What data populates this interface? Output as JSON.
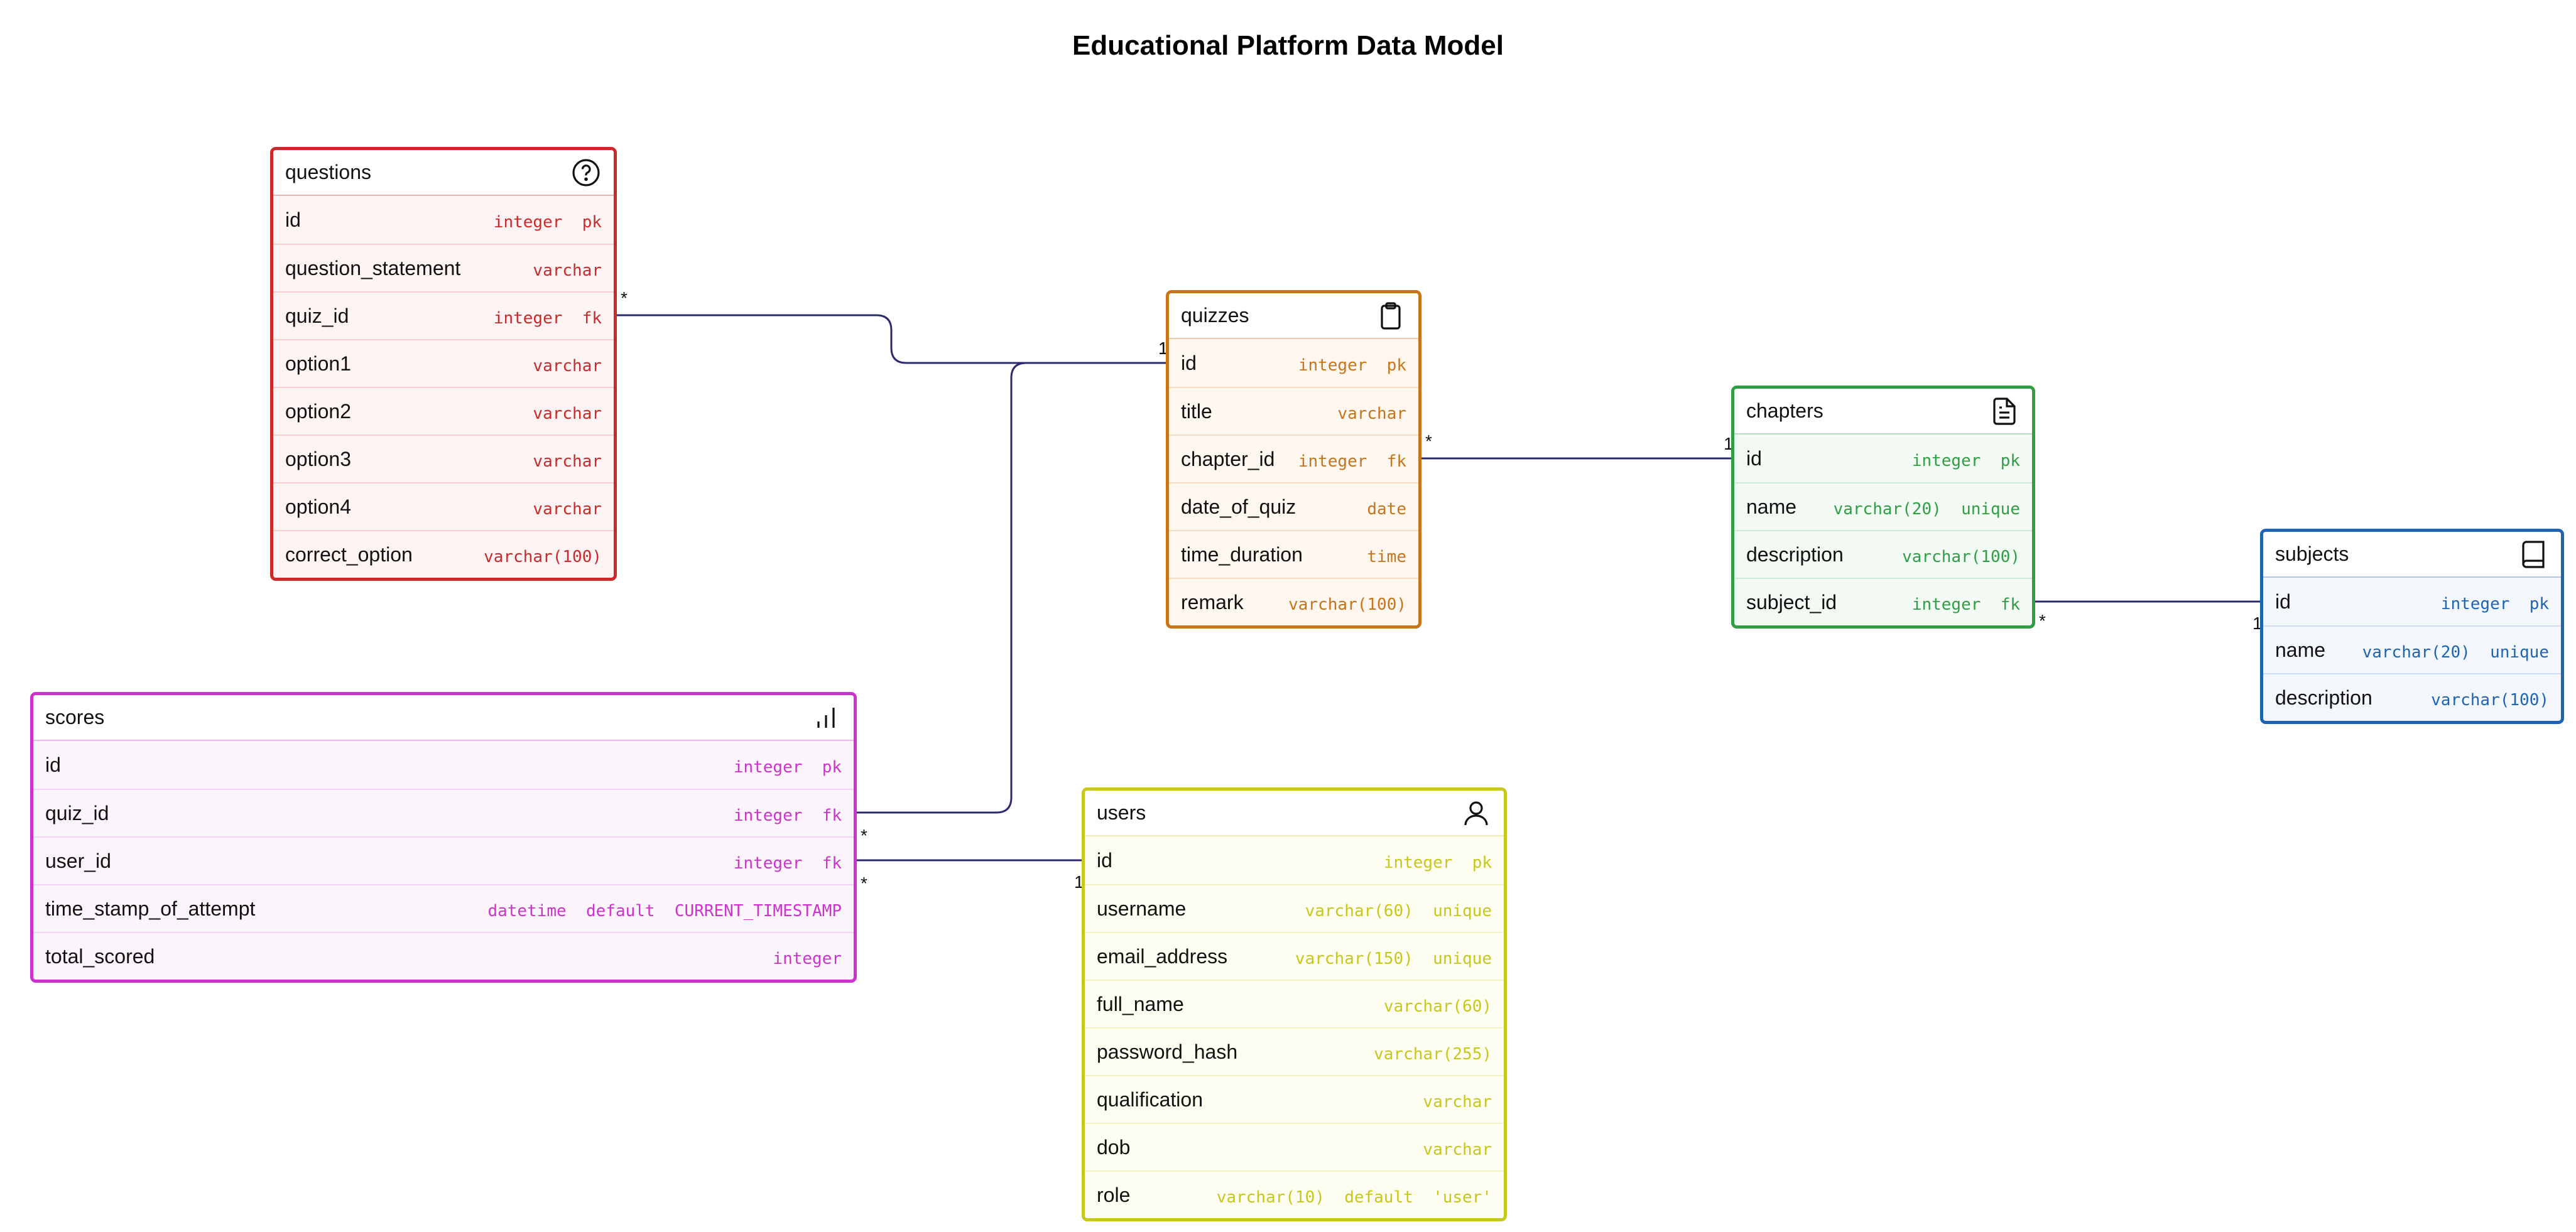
{
  "title": "Educational Platform Data Model",
  "entities": [
    {
      "id": "questions",
      "name": "questions",
      "icon": "question-circle-icon",
      "color": "#c92a2a",
      "bg": "#fdf3f3",
      "attributes": [
        {
          "name": "id",
          "type": "integer  pk"
        },
        {
          "name": "question_statement",
          "type": "varchar"
        },
        {
          "name": "quiz_id",
          "type": "integer  fk"
        },
        {
          "name": "option1",
          "type": "varchar"
        },
        {
          "name": "option2",
          "type": "varchar"
        },
        {
          "name": "option3",
          "type": "varchar"
        },
        {
          "name": "option4",
          "type": "varchar"
        },
        {
          "name": "correct_option",
          "type": "varchar(100)"
        }
      ]
    },
    {
      "id": "quizzes",
      "name": "quizzes",
      "icon": "clipboard-icon",
      "color": "#c8741a",
      "bg": "#fdf7ef",
      "attributes": [
        {
          "name": "id",
          "type": "integer  pk"
        },
        {
          "name": "title",
          "type": "varchar"
        },
        {
          "name": "chapter_id",
          "type": "integer  fk"
        },
        {
          "name": "date_of_quiz",
          "type": "date"
        },
        {
          "name": "time_duration",
          "type": "time"
        },
        {
          "name": "remark",
          "type": "varchar(100)"
        }
      ]
    },
    {
      "id": "chapters",
      "name": "chapters",
      "icon": "document-icon",
      "color": "#2f9e44",
      "bg": "#f3faf4",
      "attributes": [
        {
          "name": "id",
          "type": "integer  pk"
        },
        {
          "name": "name",
          "type": "varchar(20)  unique"
        },
        {
          "name": "description",
          "type": "varchar(100)"
        },
        {
          "name": "subject_id",
          "type": "integer  fk"
        }
      ]
    },
    {
      "id": "subjects",
      "name": "subjects",
      "icon": "book-icon",
      "color": "#1f63b5",
      "bg": "#f3f6fb",
      "attributes": [
        {
          "name": "id",
          "type": "integer  pk"
        },
        {
          "name": "name",
          "type": "varchar(20)  unique"
        },
        {
          "name": "description",
          "type": "varchar(100)"
        }
      ]
    },
    {
      "id": "scores",
      "name": "scores",
      "icon": "bar-chart-icon",
      "color": "#cc33cc",
      "bg": "#fcf4fb",
      "attributes": [
        {
          "name": "id",
          "type": "integer  pk"
        },
        {
          "name": "quiz_id",
          "type": "integer  fk"
        },
        {
          "name": "user_id",
          "type": "integer  fk"
        },
        {
          "name": "time_stamp_of_attempt",
          "type": "datetime  default  CURRENT_TIMESTAMP"
        },
        {
          "name": "total_scored",
          "type": "integer"
        }
      ]
    },
    {
      "id": "users",
      "name": "users",
      "icon": "user-icon",
      "color": "#c7c71c",
      "bg": "#fdfdf1",
      "attributes": [
        {
          "name": "id",
          "type": "integer  pk"
        },
        {
          "name": "username",
          "type": "varchar(60)  unique"
        },
        {
          "name": "email_address",
          "type": "varchar(150)  unique"
        },
        {
          "name": "full_name",
          "type": "varchar(60)"
        },
        {
          "name": "password_hash",
          "type": "varchar(255)"
        },
        {
          "name": "qualification",
          "type": "varchar"
        },
        {
          "name": "dob",
          "type": "varchar"
        },
        {
          "name": "role",
          "type": "varchar(10)  default  'user'"
        }
      ]
    }
  ],
  "relationships": [
    {
      "from": "questions.quiz_id",
      "to": "quizzes.id",
      "from_card": "*",
      "to_card": "1"
    },
    {
      "from": "scores.quiz_id",
      "to": "quizzes.id",
      "from_card": "*",
      "to_card": "1"
    },
    {
      "from": "quizzes.chapter_id",
      "to": "chapters.id",
      "from_card": "*",
      "to_card": "1"
    },
    {
      "from": "chapters.subject_id",
      "to": "subjects.id",
      "from_card": "*",
      "to_card": "1"
    },
    {
      "from": "scores.user_id",
      "to": "users.id",
      "from_card": "*",
      "to_card": "1"
    }
  ],
  "edge_color": "#2d2b6b"
}
